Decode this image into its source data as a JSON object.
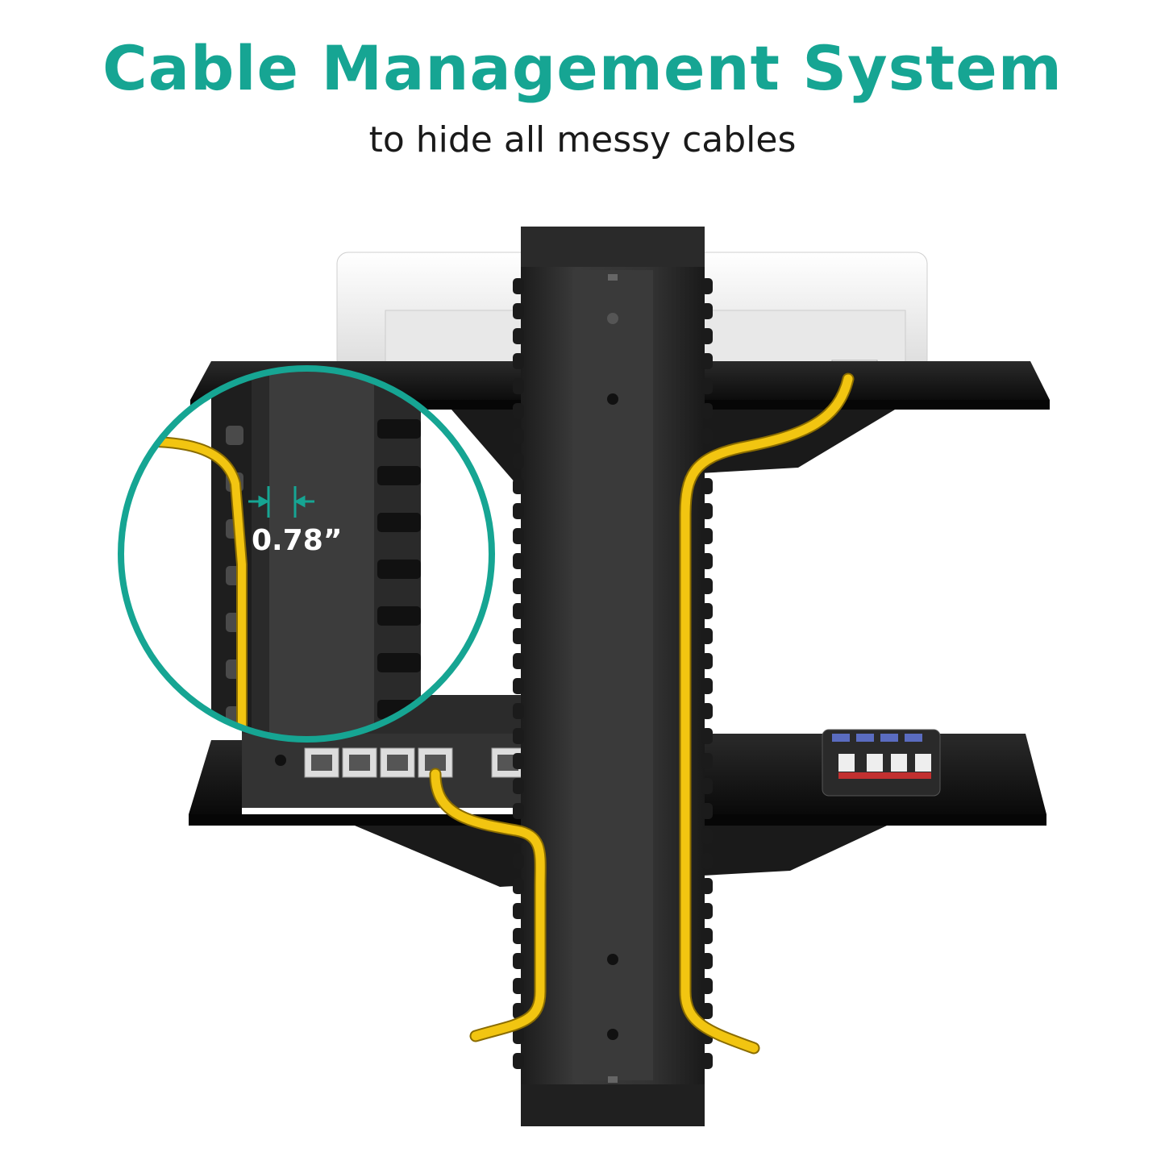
{
  "headline": "Cable Management System",
  "subline": "to hide all messy cables",
  "callout": {
    "measurement": "0.78”"
  },
  "colors": {
    "accent": "#16a593",
    "cable": "#f2c511",
    "pole": "#2e2e2e",
    "shelf": "#111111",
    "device_white": "#f4f4f4"
  },
  "icons": {
    "measure_arrows": "arrows-inward-icon"
  }
}
